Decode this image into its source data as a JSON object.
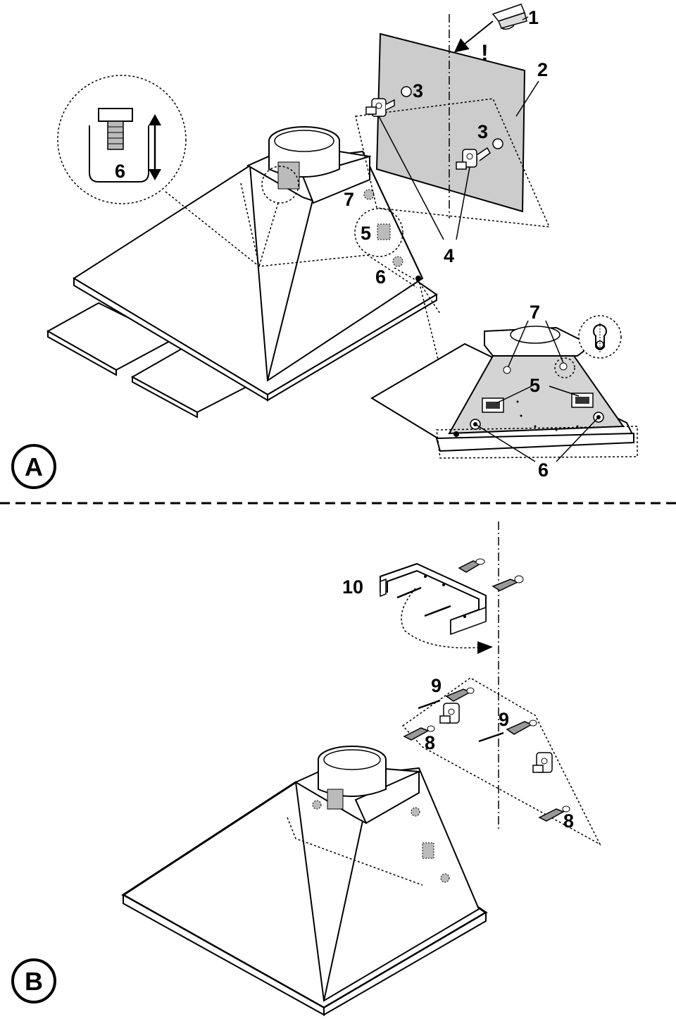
{
  "panels": [
    {
      "id": "A",
      "letter": "A"
    },
    {
      "id": "B",
      "letter": "B"
    }
  ],
  "callouts": {
    "c1": "1",
    "c2": "2",
    "c3a": "3",
    "c3b": "3",
    "c4": "4",
    "c5a": "5",
    "c5b": "5",
    "c6detail": "6",
    "c6a": "6",
    "c6b": "6",
    "c7a": "7",
    "c7b": "7",
    "c8a": "8",
    "c8b": "8",
    "c9a": "9",
    "c9b": "9",
    "c10": "10"
  },
  "warning_mark": "!",
  "icons": [
    "pencil-icon",
    "keyhole-icon",
    "adjust-arrow-icon"
  ],
  "colors": {
    "line": "#000000",
    "wall_fill": "#cccccc",
    "hood_underside": "#d4d4d4",
    "background": "#ffffff"
  }
}
